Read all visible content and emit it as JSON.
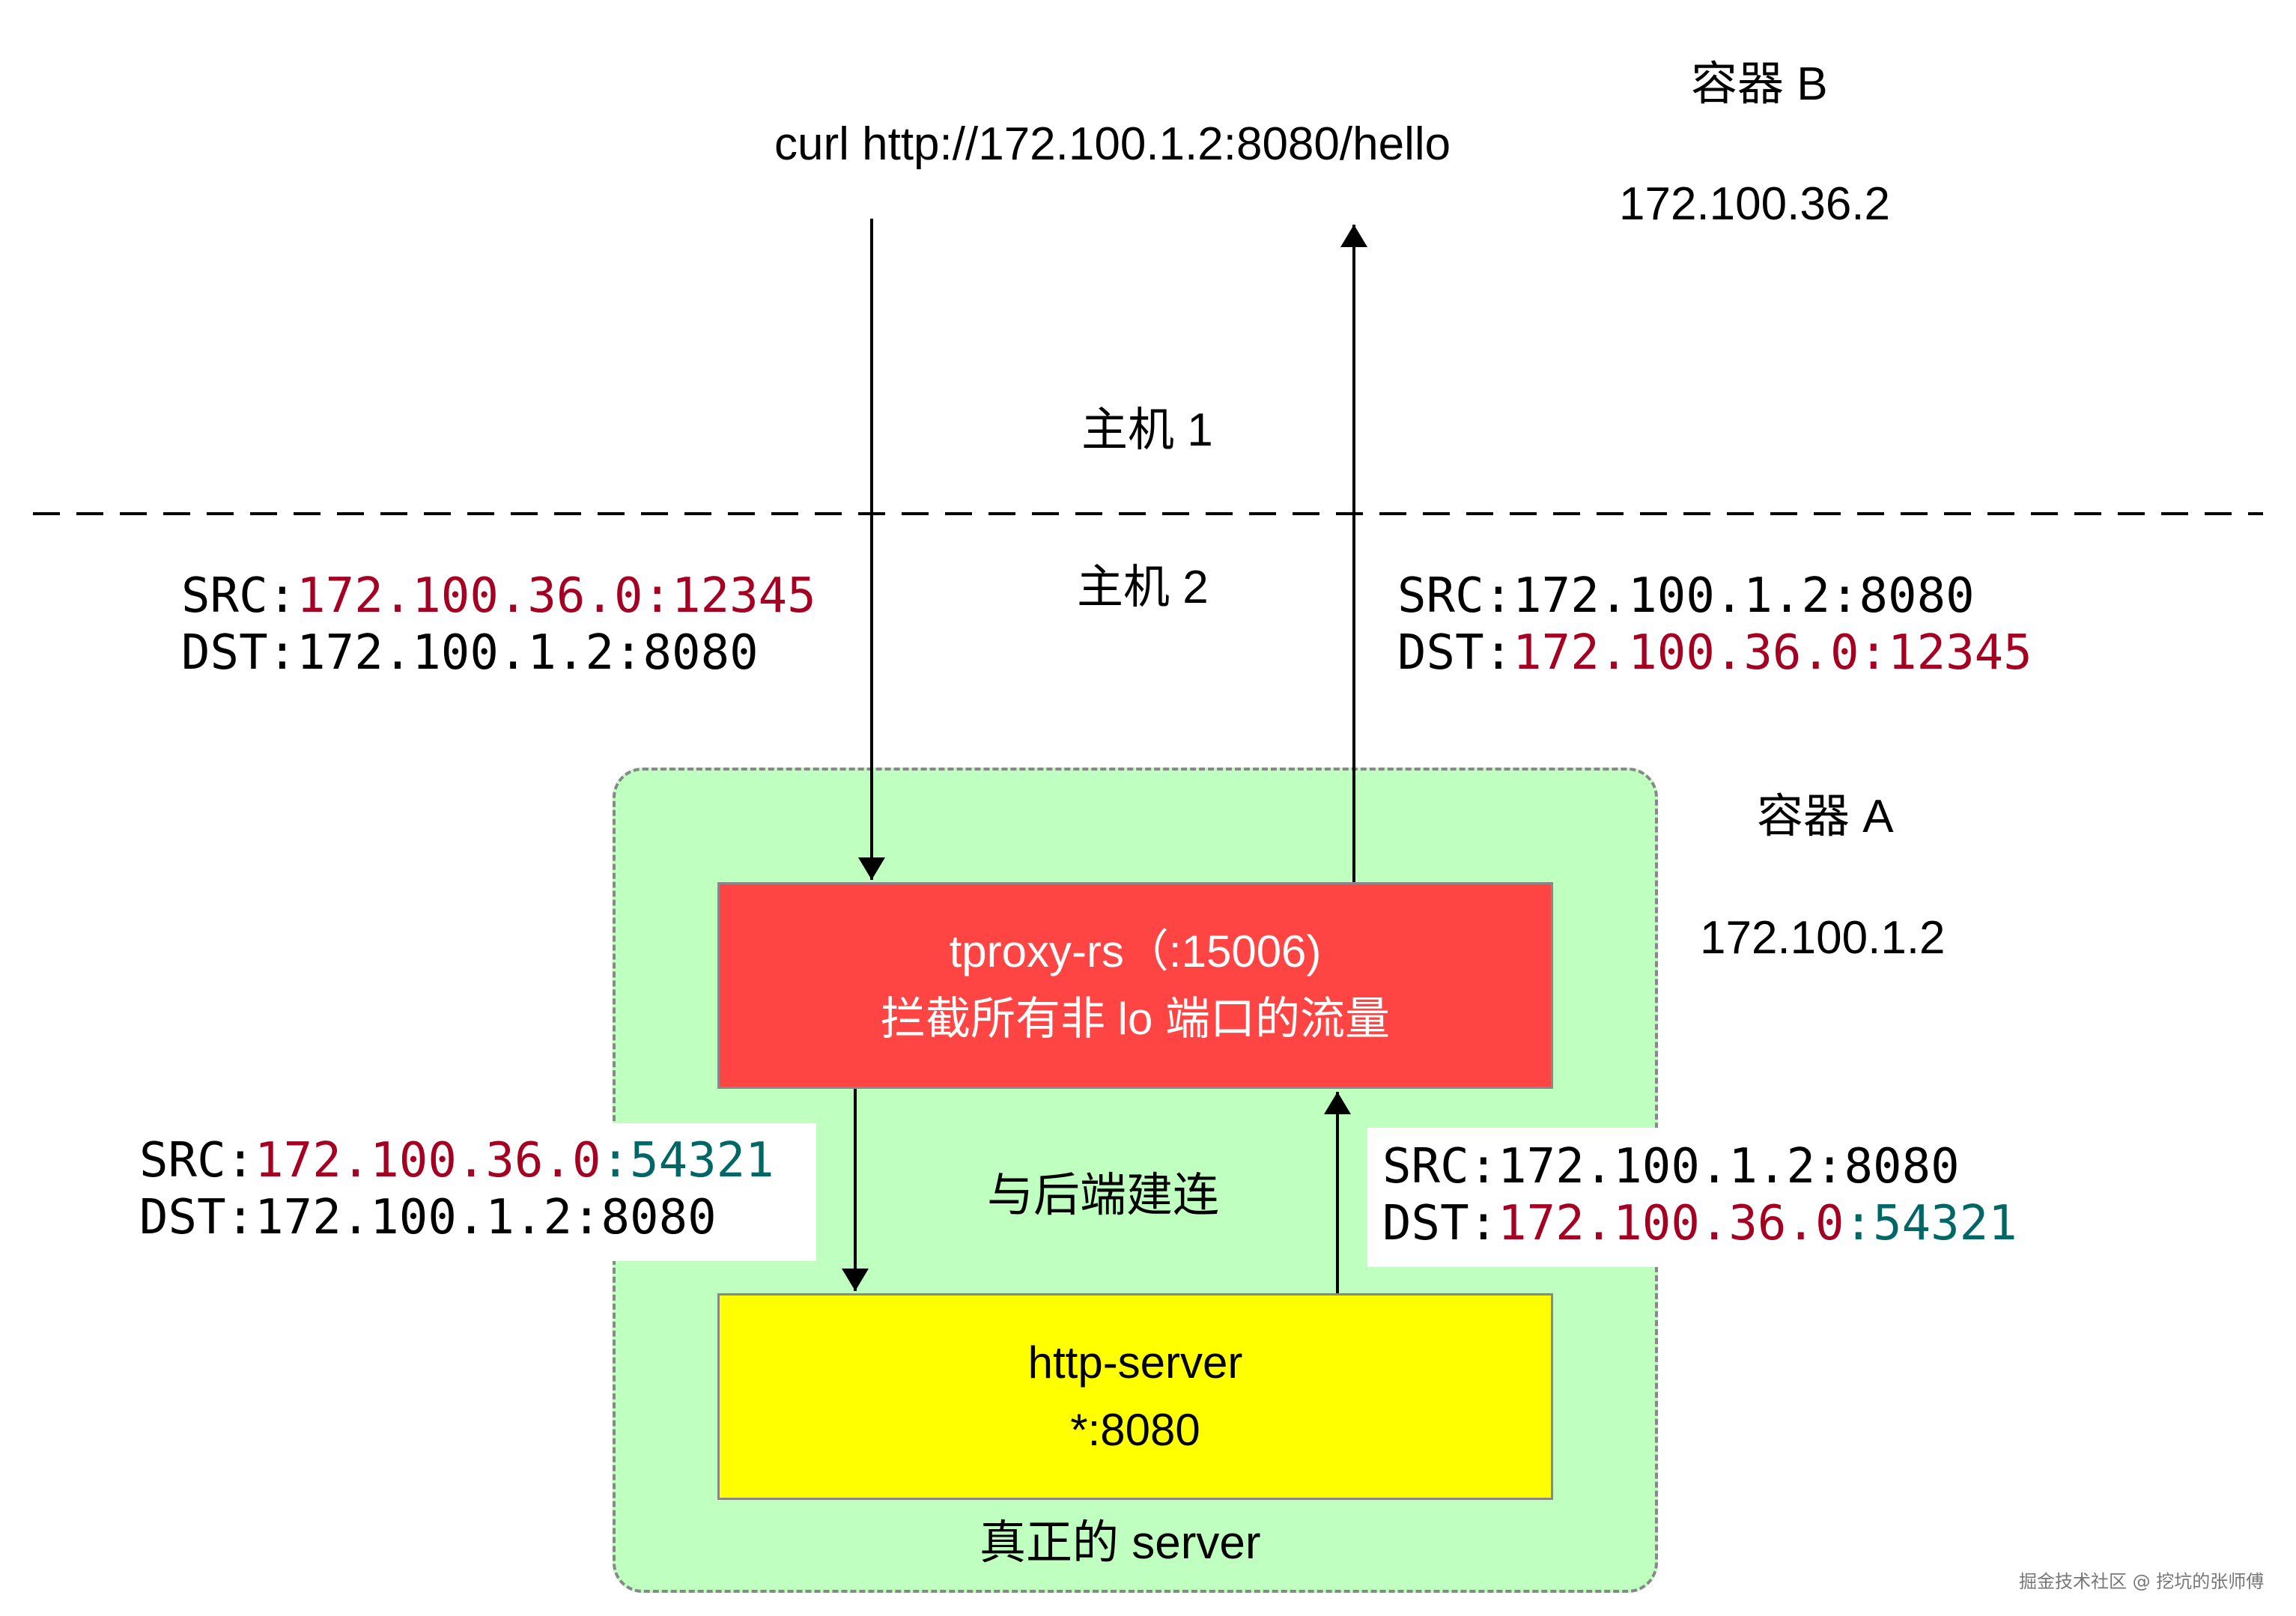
{
  "host_labels": {
    "host1": "主机 1",
    "host2": "主机 2"
  },
  "container_b": {
    "name": "容器 B",
    "ip": "172.100.36.2"
  },
  "container_a": {
    "name": "容器 A",
    "ip": "172.100.1.2",
    "footer": "真正的 server"
  },
  "curl_command": "curl http://172.100.1.2:8080/hello",
  "tproxy_box": {
    "line1": "tproxy-rs（:15006)",
    "line2": "拦截所有非 lo 端口的流量"
  },
  "http_server_box": {
    "line1": "http-server",
    "line2": "*:8080"
  },
  "backend_label": "与后端建连",
  "packets": {
    "inbound_outer": {
      "src_prefix": "SRC:",
      "src_value": "172.100.36.0:12345",
      "dst_prefix": "DST:",
      "dst_value": "172.100.1.2:8080"
    },
    "outbound_outer": {
      "src_prefix": "SRC:",
      "src_value": "172.100.1.2:8080",
      "dst_prefix": "DST:",
      "dst_value": "172.100.36.0:12345"
    },
    "inbound_inner": {
      "src_prefix": "SRC:",
      "src_ip": "172.100.36.0",
      "src_port": ":54321",
      "dst_prefix": "DST:",
      "dst_value": "172.100.1.2:8080"
    },
    "outbound_inner": {
      "src_prefix": "SRC:",
      "src_value": "172.100.1.2:8080",
      "dst_prefix": "DST:",
      "dst_ip": "172.100.36.0",
      "dst_port": ":54321"
    }
  },
  "watermark": "掘金技术社区 @ 挖坑的张师傅",
  "colors": {
    "container_fill": "#bfffbf",
    "tproxy_fill": "#ff4444",
    "server_fill": "#ffff00",
    "highlight_red": "#a50021",
    "highlight_teal": "#006666"
  }
}
